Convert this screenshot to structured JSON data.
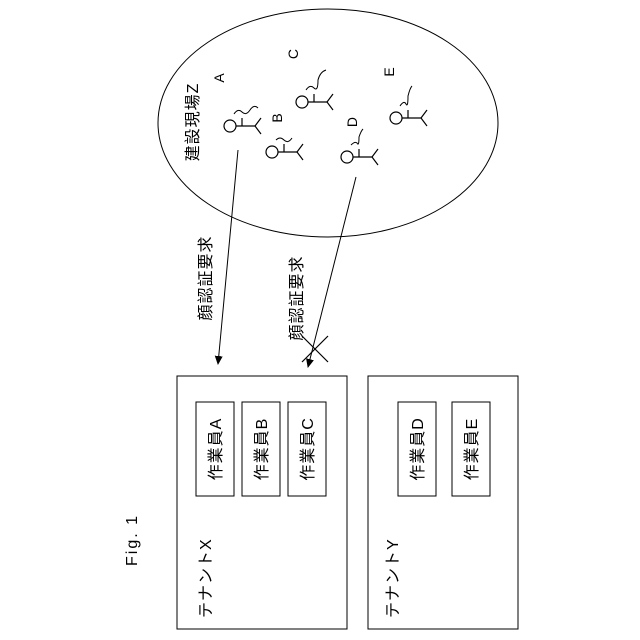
{
  "figure_label": "Fig. 1",
  "site": {
    "label": "建設現場Z"
  },
  "workers": [
    {
      "id": "A",
      "label": "A"
    },
    {
      "id": "B",
      "label": "B"
    },
    {
      "id": "C",
      "label": "C"
    },
    {
      "id": "D",
      "label": "D"
    },
    {
      "id": "E",
      "label": "E"
    }
  ],
  "requests": [
    {
      "label": "顔認証要求",
      "result": "accepted"
    },
    {
      "label": "顔認証要求",
      "result": "rejected"
    }
  ],
  "tenants": [
    {
      "label": "テナントX",
      "members": [
        "作業員A",
        "作業員B",
        "作業員C"
      ]
    },
    {
      "label": "テナントY",
      "members": [
        "作業員D",
        "作業員E"
      ]
    }
  ]
}
